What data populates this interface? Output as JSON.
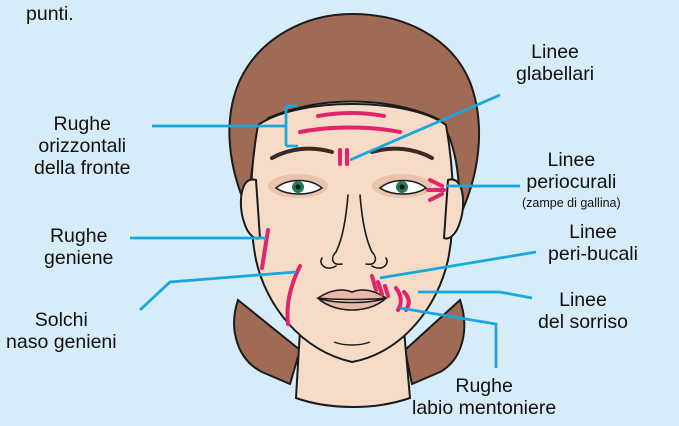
{
  "header_fragment": "punti.",
  "colors": {
    "background": "#d6ecf8",
    "leader_line": "#1aa7dc",
    "wrinkle_mark": "#e0246e",
    "skin": "#f6dcc6",
    "hair": "#a06b55"
  },
  "labels": {
    "forehead": {
      "line1": "Rughe",
      "line2": "orizzontali",
      "line3": "della fronte"
    },
    "glabellar": {
      "line1": "Linee",
      "line2": "glabellari"
    },
    "periocular": {
      "line1": "Linee",
      "line2": "periocurali",
      "note": "(zampe di gallina)"
    },
    "cheek": {
      "line1": "Rughe",
      "line2": "geniene"
    },
    "perioral": {
      "line1": "Linee",
      "line2": "peri-bucali"
    },
    "smile": {
      "line1": "Linee",
      "line2": "del sorriso"
    },
    "nasolabial": {
      "line1": "Solchi",
      "line2": "naso genieni"
    },
    "chin": {
      "line1": "Rughe",
      "line2": "labio mentoniere"
    }
  }
}
